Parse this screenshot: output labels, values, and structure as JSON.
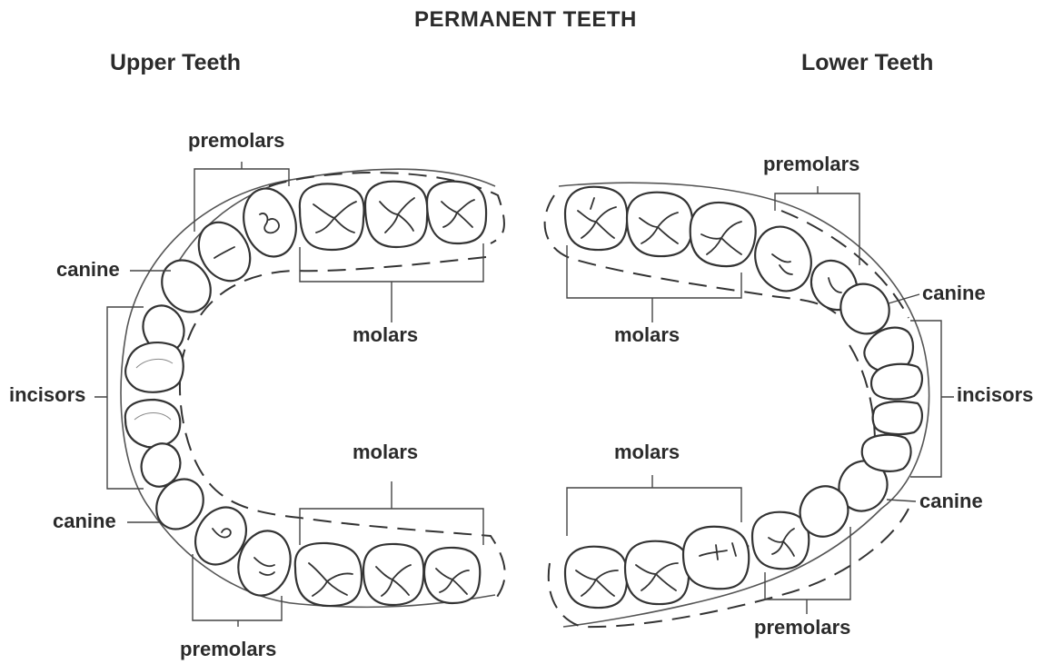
{
  "title": "PERMANENT TEETH",
  "upper": {
    "heading": "Upper Teeth",
    "labels": {
      "premolars_top": "premolars",
      "canine_top": "canine",
      "incisors": "incisors",
      "canine_bottom": "canine",
      "molars_top": "molars",
      "molars_bottom": "molars",
      "premolars_bottom": "premolars"
    }
  },
  "lower": {
    "heading": "Lower Teeth",
    "labels": {
      "premolars_top": "premolars",
      "molars_top": "molars",
      "canine_top": "canine",
      "incisors": "incisors",
      "canine_bottom": "canine",
      "molars_bottom": "molars",
      "premolars_bottom": "premolars"
    }
  }
}
